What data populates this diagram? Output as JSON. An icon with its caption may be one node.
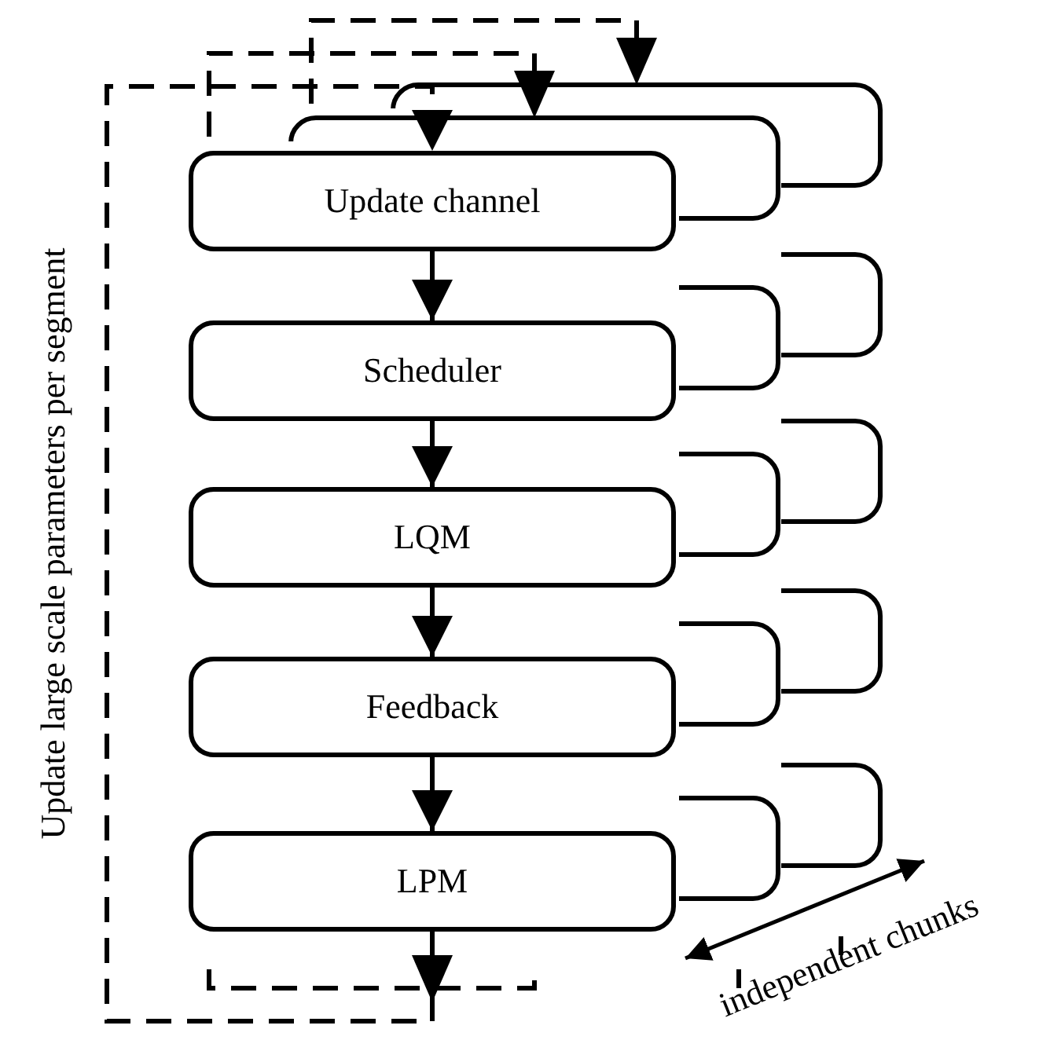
{
  "diagram": {
    "nodes": [
      {
        "text": [
          "Update channel"
        ]
      },
      {
        "text": [
          "Scheduler"
        ]
      },
      {
        "text": [
          "LQM"
        ]
      },
      {
        "text": [
          "Feedback"
        ]
      },
      {
        "text": [
          "LPM"
        ]
      }
    ],
    "edges": [
      {
        "from": 0,
        "to": 1,
        "arrow": "to"
      },
      {
        "from": 1,
        "to": 2,
        "arrow": "to"
      },
      {
        "from": 2,
        "to": 3,
        "arrow": "to"
      },
      {
        "from": 3,
        "to": 4,
        "arrow": "to"
      },
      {
        "from": 4,
        "to": 0,
        "arrow": "to",
        "style": "dashed",
        "label": "Update large scale parameters per segment"
      }
    ],
    "labels": [
      "independent chunks"
    ]
  }
}
